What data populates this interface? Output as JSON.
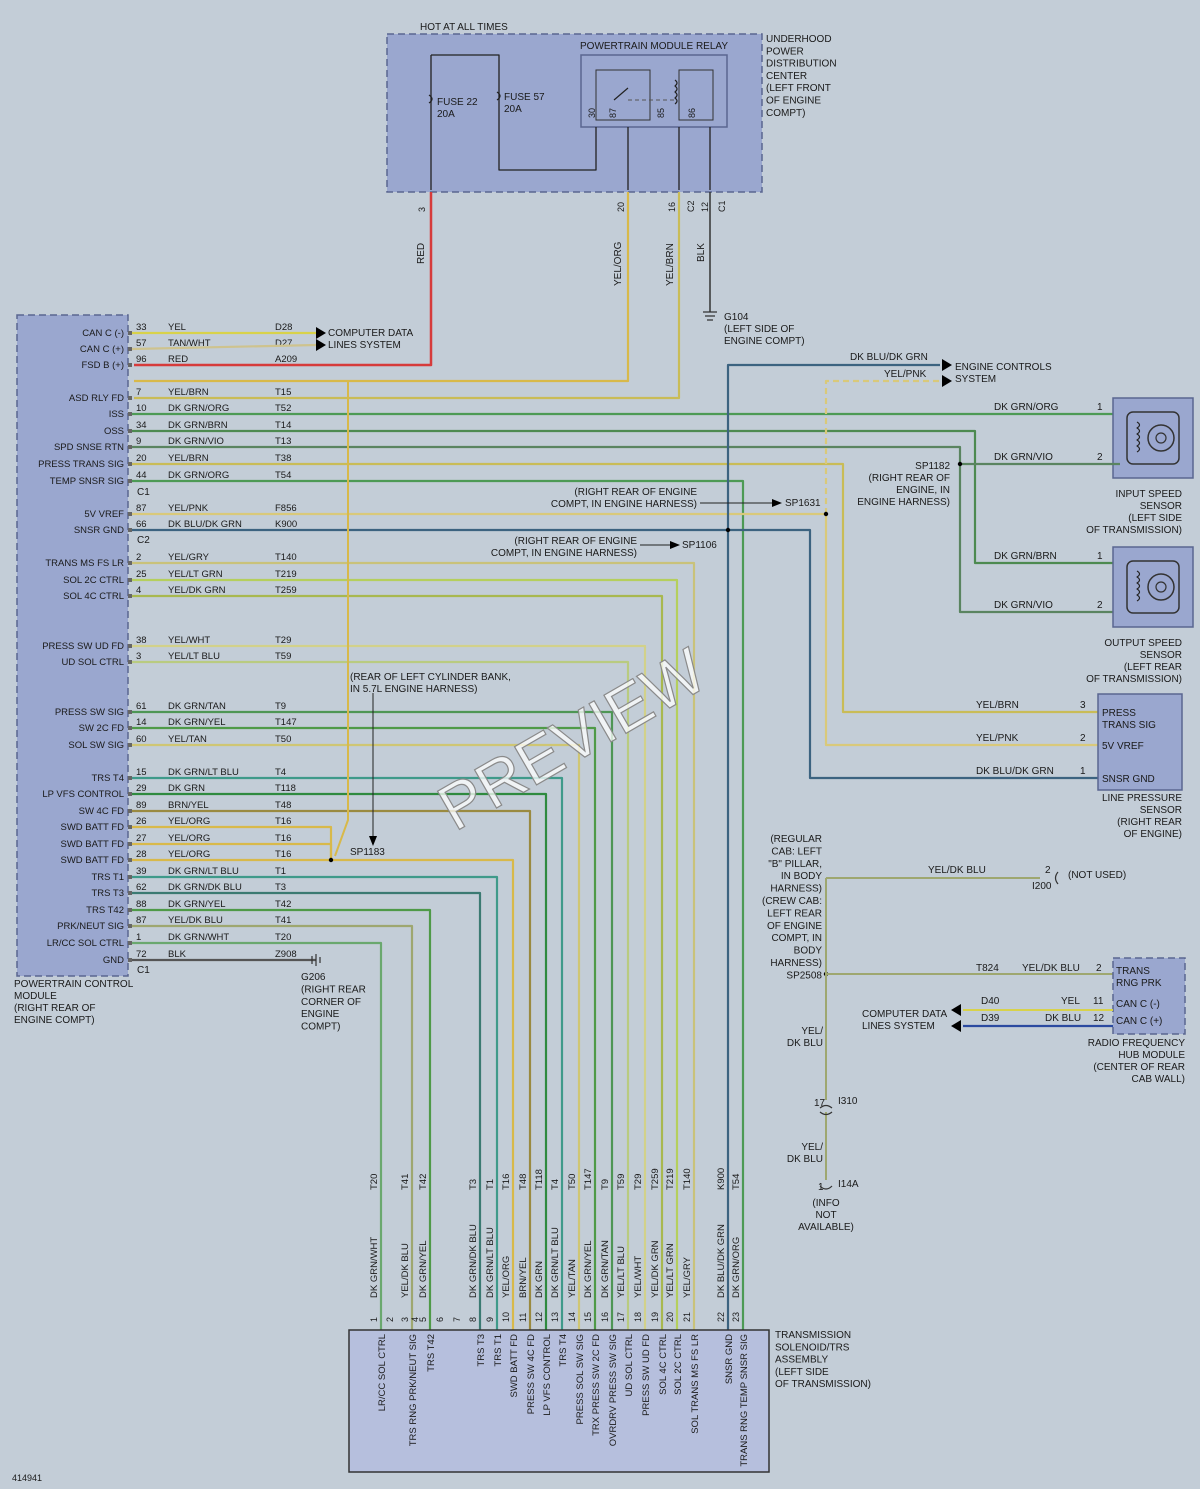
{
  "diagram_id": "414941",
  "watermark": "PREVIEW",
  "colors": {
    "bg": "#c3cdd7",
    "box": "#9aa7cf"
  },
  "udc": {
    "hot": "HOT AT ALL TIMES",
    "relay": "POWERTRAIN MODULE RELAY",
    "title": [
      "UNDERHOOD",
      "POWER",
      "DISTRIBUTION",
      "CENTER",
      "(LEFT FRONT",
      "OF ENGINE",
      "COMPT)"
    ],
    "fuse22": [
      "FUSE 22",
      "20A"
    ],
    "fuse57": [
      "FUSE 57",
      "20A"
    ],
    "relay_pins": [
      "30",
      "87",
      "85",
      "86"
    ],
    "pins": [
      "3",
      "20",
      "16",
      "C2",
      "12",
      "C1"
    ],
    "wires": [
      "RED",
      "YEL/ORG",
      "YEL/BRN",
      "BLK"
    ]
  },
  "g104": [
    "G104",
    "(LEFT SIDE OF",
    "ENGINE COMPT)"
  ],
  "pcm": {
    "title": [
      "POWERTRAIN CONTROL",
      "MODULE",
      "(RIGHT REAR OF",
      "ENGINE COMPT)"
    ],
    "pins": [
      {
        "label": "CAN C (-)",
        "pin": "33",
        "color": "YEL",
        "circuit": "D28"
      },
      {
        "label": "CAN C (+)",
        "pin": "57",
        "color": "TAN/WHT",
        "circuit": "D27"
      },
      {
        "label": "FSD B (+)",
        "pin": "96",
        "color": "RED",
        "circuit": "A209"
      },
      {
        "label": "ASD RLY FD",
        "pin": "7",
        "color": "YEL/BRN",
        "circuit": "T15"
      },
      {
        "label": "ISS",
        "pin": "10",
        "color": "DK GRN/ORG",
        "circuit": "T52"
      },
      {
        "label": "OSS",
        "pin": "34",
        "color": "DK GRN/BRN",
        "circuit": "T14"
      },
      {
        "label": "SPD SNSE RTN",
        "pin": "9",
        "color": "DK GRN/VIO",
        "circuit": "T13"
      },
      {
        "label": "PRESS TRANS SIG",
        "pin": "20",
        "color": "YEL/BRN",
        "circuit": "T38"
      },
      {
        "label": "TEMP SNSR SIG",
        "pin": "44",
        "color": "DK GRN/ORG",
        "circuit": "T54"
      },
      {
        "label": "5V VREF",
        "pin": "87",
        "color": "YEL/PNK",
        "circuit": "F856"
      },
      {
        "label": "SNSR GND",
        "pin": "66",
        "color": "DK BLU/DK GRN",
        "circuit": "K900"
      },
      {
        "label": "TRANS MS FS LR",
        "pin": "2",
        "color": "YEL/GRY",
        "circuit": "T140"
      },
      {
        "label": "SOL 2C CTRL",
        "pin": "25",
        "color": "YEL/LT GRN",
        "circuit": "T219"
      },
      {
        "label": "SOL 4C CTRL",
        "pin": "4",
        "color": "YEL/DK GRN",
        "circuit": "T259"
      },
      {
        "label": "PRESS SW UD FD",
        "pin": "38",
        "color": "YEL/WHT",
        "circuit": "T29"
      },
      {
        "label": "UD SOL CTRL",
        "pin": "3",
        "color": "YEL/LT BLU",
        "circuit": "T59"
      },
      {
        "label": "PRESS SW SIG",
        "pin": "61",
        "color": "DK GRN/TAN",
        "circuit": "T9"
      },
      {
        "label": "SW 2C FD",
        "pin": "14",
        "color": "DK GRN/YEL",
        "circuit": "T147"
      },
      {
        "label": "SOL SW SIG",
        "pin": "60",
        "color": "YEL/TAN",
        "circuit": "T50"
      },
      {
        "label": "TRS T4",
        "pin": "15",
        "color": "DK GRN/LT BLU",
        "circuit": "T4"
      },
      {
        "label": "LP VFS CONTROL",
        "pin": "29",
        "color": "DK GRN",
        "circuit": "T118"
      },
      {
        "label": "SW 4C FD",
        "pin": "89",
        "color": "BRN/YEL",
        "circuit": "T48"
      },
      {
        "label": "SWD BATT FD",
        "pin": "26",
        "color": "YEL/ORG",
        "circuit": "T16"
      },
      {
        "label": "SWD BATT FD",
        "pin": "27",
        "color": "YEL/ORG",
        "circuit": "T16"
      },
      {
        "label": "SWD BATT FD",
        "pin": "28",
        "color": "YEL/ORG",
        "circuit": "T16"
      },
      {
        "label": "TRS T1",
        "pin": "39",
        "color": "DK GRN/LT BLU",
        "circuit": "T1"
      },
      {
        "label": "TRS T3",
        "pin": "62",
        "color": "DK GRN/DK BLU",
        "circuit": "T3"
      },
      {
        "label": "TRS T42",
        "pin": "88",
        "color": "DK GRN/YEL",
        "circuit": "T42"
      },
      {
        "label": "PRK/NEUT SIG",
        "pin": "87",
        "color": "YEL/DK BLU",
        "circuit": "T41"
      },
      {
        "label": "LR/CC SOL CTRL",
        "pin": "1",
        "color": "DK GRN/WHT",
        "circuit": "T20"
      },
      {
        "label": "GND",
        "pin": "72",
        "color": "BLK",
        "circuit": "Z908"
      }
    ],
    "c1": "C1",
    "c2": "C2"
  },
  "computer_data": [
    "COMPUTER DATA",
    "LINES SYSTEM"
  ],
  "g206": [
    "G206",
    "(RIGHT REAR",
    "CORNER OF",
    "ENGINE",
    "COMPT)"
  ],
  "engine_controls": {
    "label": [
      "ENGINE CONTROLS",
      "SYSTEM"
    ],
    "w1": "DK BLU/DK GRN",
    "w2": "YEL/PNK"
  },
  "iss": {
    "title": [
      "INPUT SPEED",
      "SENSOR",
      "(LEFT SIDE",
      "OF TRANSMISSION)"
    ],
    "w1": "DK GRN/ORG",
    "w2": "DK GRN/VIO",
    "p1": "1",
    "p2": "2"
  },
  "oss": {
    "title": [
      "OUTPUT SPEED",
      "SENSOR",
      "(LEFT REAR",
      "OF TRANSMISSION)"
    ],
    "w1": "DK GRN/BRN",
    "w2": "DK GRN/VIO",
    "p1": "1",
    "p2": "2"
  },
  "sp1182": [
    "SP1182",
    "(RIGHT REAR OF",
    "ENGINE, IN",
    "ENGINE HARNESS)"
  ],
  "sp1631": {
    "note": [
      "(RIGHT REAR OF ENGINE",
      "COMPT, IN ENGINE HARNESS)"
    ],
    "id": "SP1631"
  },
  "sp1106": {
    "note": [
      "(RIGHT REAR OF ENGINE",
      "COMPT, IN ENGINE HARNESS)"
    ],
    "id": "SP1106"
  },
  "sp1183": {
    "note": [
      "(REAR OF LEFT CYLINDER BANK,",
      "IN 5.7L ENGINE HARNESS)"
    ],
    "id": "SP1183"
  },
  "lps": {
    "title": [
      "LINE PRESSURE",
      "SENSOR",
      "(RIGHT REAR",
      "OF ENGINE)"
    ],
    "pins": [
      {
        "wire": "YEL/BRN",
        "pin": "3",
        "label": [
          "PRESS",
          "TRANS SIG"
        ]
      },
      {
        "wire": "YEL/PNK",
        "pin": "2",
        "label": [
          "5V VREF"
        ]
      },
      {
        "wire": "DK BLU/DK GRN",
        "pin": "1",
        "label": [
          "SNSR GND"
        ]
      }
    ]
  },
  "sp2508": {
    "note": [
      "(REGULAR",
      "CAB: LEFT",
      "\"B\" PILLAR,",
      "IN BODY",
      "HARNESS)",
      "(CREW CAB:",
      "LEFT REAR",
      "OF ENGINE",
      "COMPT, IN",
      "BODY",
      "HARNESS)",
      "SP2508"
    ]
  },
  "i200": {
    "wire": "YEL/DK BLU",
    "pin": "2",
    "conn": "I200",
    "note": "(NOT USED)"
  },
  "rfhub": {
    "title": [
      "RADIO FREQUENCY",
      "HUB MODULE",
      "(CENTER OF REAR",
      "CAB WALL)"
    ],
    "trans_label": [
      "TRANS",
      "RNG PRK"
    ],
    "t824": "T824",
    "t824_wire": "YEL/DK BLU",
    "pin2": "2",
    "d40": "D40",
    "d40_wire": "YEL",
    "pin11": "11",
    "can_minus": "CAN C (-)",
    "d39": "D39",
    "d39_wire": "DK BLU",
    "pin12": "12",
    "can_plus": "CAN C (+)"
  },
  "i310": {
    "w1": [
      "YEL/",
      "DK BLU"
    ],
    "pin": "17",
    "conn": "I310",
    "w2": [
      "YEL/",
      "DK BLU"
    ]
  },
  "i14a": {
    "pin": "1",
    "conn": "I14A",
    "note": [
      "(INFO",
      "NOT",
      "AVAILABLE)"
    ]
  },
  "tsa": {
    "title": [
      "TRANSMISSION",
      "SOLENOID/TRS",
      "ASSEMBLY",
      "(LEFT SIDE",
      "OF TRANSMISSION)"
    ],
    "pins": [
      {
        "pin": "1",
        "label": "LR/CC SOL CTRL",
        "wire": "DK GRN/WHT",
        "circuit": "T20"
      },
      {
        "pin": "2",
        "label": "",
        "wire": "",
        "circuit": ""
      },
      {
        "pin": "3",
        "label": "TRS RNG PRK/NEUT SIG",
        "wire": "YEL/DK BLU",
        "circuit": "T41"
      },
      {
        "pin": "4",
        "label": "",
        "wire": "",
        "circuit": ""
      },
      {
        "pin": "5",
        "label": "TRS T42",
        "wire": "DK GRN/YEL",
        "circuit": "T42"
      },
      {
        "pin": "6",
        "label": "",
        "wire": "",
        "circuit": ""
      },
      {
        "pin": "7",
        "label": "",
        "wire": "",
        "circuit": ""
      },
      {
        "pin": "8",
        "label": "TRS T3",
        "wire": "DK GRN/DK BLU",
        "circuit": "T3"
      },
      {
        "pin": "9",
        "label": "TRS T1",
        "wire": "DK GRN/LT BLU",
        "circuit": "T1"
      },
      {
        "pin": "10",
        "label": "SWD BATT FD",
        "wire": "YEL/ORG",
        "circuit": "T16"
      },
      {
        "pin": "11",
        "label": "PRESS SW 4C FD",
        "wire": "BRN/YEL",
        "circuit": "T48"
      },
      {
        "pin": "12",
        "label": "LP VFS CONTROL",
        "wire": "DK GRN",
        "circuit": "T118"
      },
      {
        "pin": "13",
        "label": "TRS T4",
        "wire": "DK GRN/LT BLU",
        "circuit": "T4"
      },
      {
        "pin": "14",
        "label": "PRESS SOL SW SIG",
        "wire": "YEL/TAN",
        "circuit": "T50"
      },
      {
        "pin": "15",
        "label": "TRX PRESS SW 2C FD",
        "wire": "DK GRN/YEL",
        "circuit": "T147"
      },
      {
        "pin": "16",
        "label": "OVRDRV PRESS SW SIG",
        "wire": "DK GRN/TAN",
        "circuit": "T9"
      },
      {
        "pin": "17",
        "label": "UD SOL CTRL",
        "wire": "YEL/LT BLU",
        "circuit": "T59"
      },
      {
        "pin": "18",
        "label": "PRESS SW UD FD",
        "wire": "YEL/WHT",
        "circuit": "T29"
      },
      {
        "pin": "19",
        "label": "SOL 4C CTRL",
        "wire": "YEL/DK GRN",
        "circuit": "T259"
      },
      {
        "pin": "20",
        "label": "SOL 2C CTRL",
        "wire": "YEL/LT GRN",
        "circuit": "T219"
      },
      {
        "pin": "21",
        "label": "SOL TRANS MS FS LR",
        "wire": "YEL/GRY",
        "circuit": "T140"
      },
      {
        "pin": "22",
        "label": "SNSR GND",
        "wire": "DK BLU/DK GRN",
        "circuit": "K900"
      },
      {
        "pin": "23",
        "label": "TRANS RNG TEMP SNSR SIG",
        "wire": "DK GRN/ORG",
        "circuit": "T54"
      }
    ]
  }
}
